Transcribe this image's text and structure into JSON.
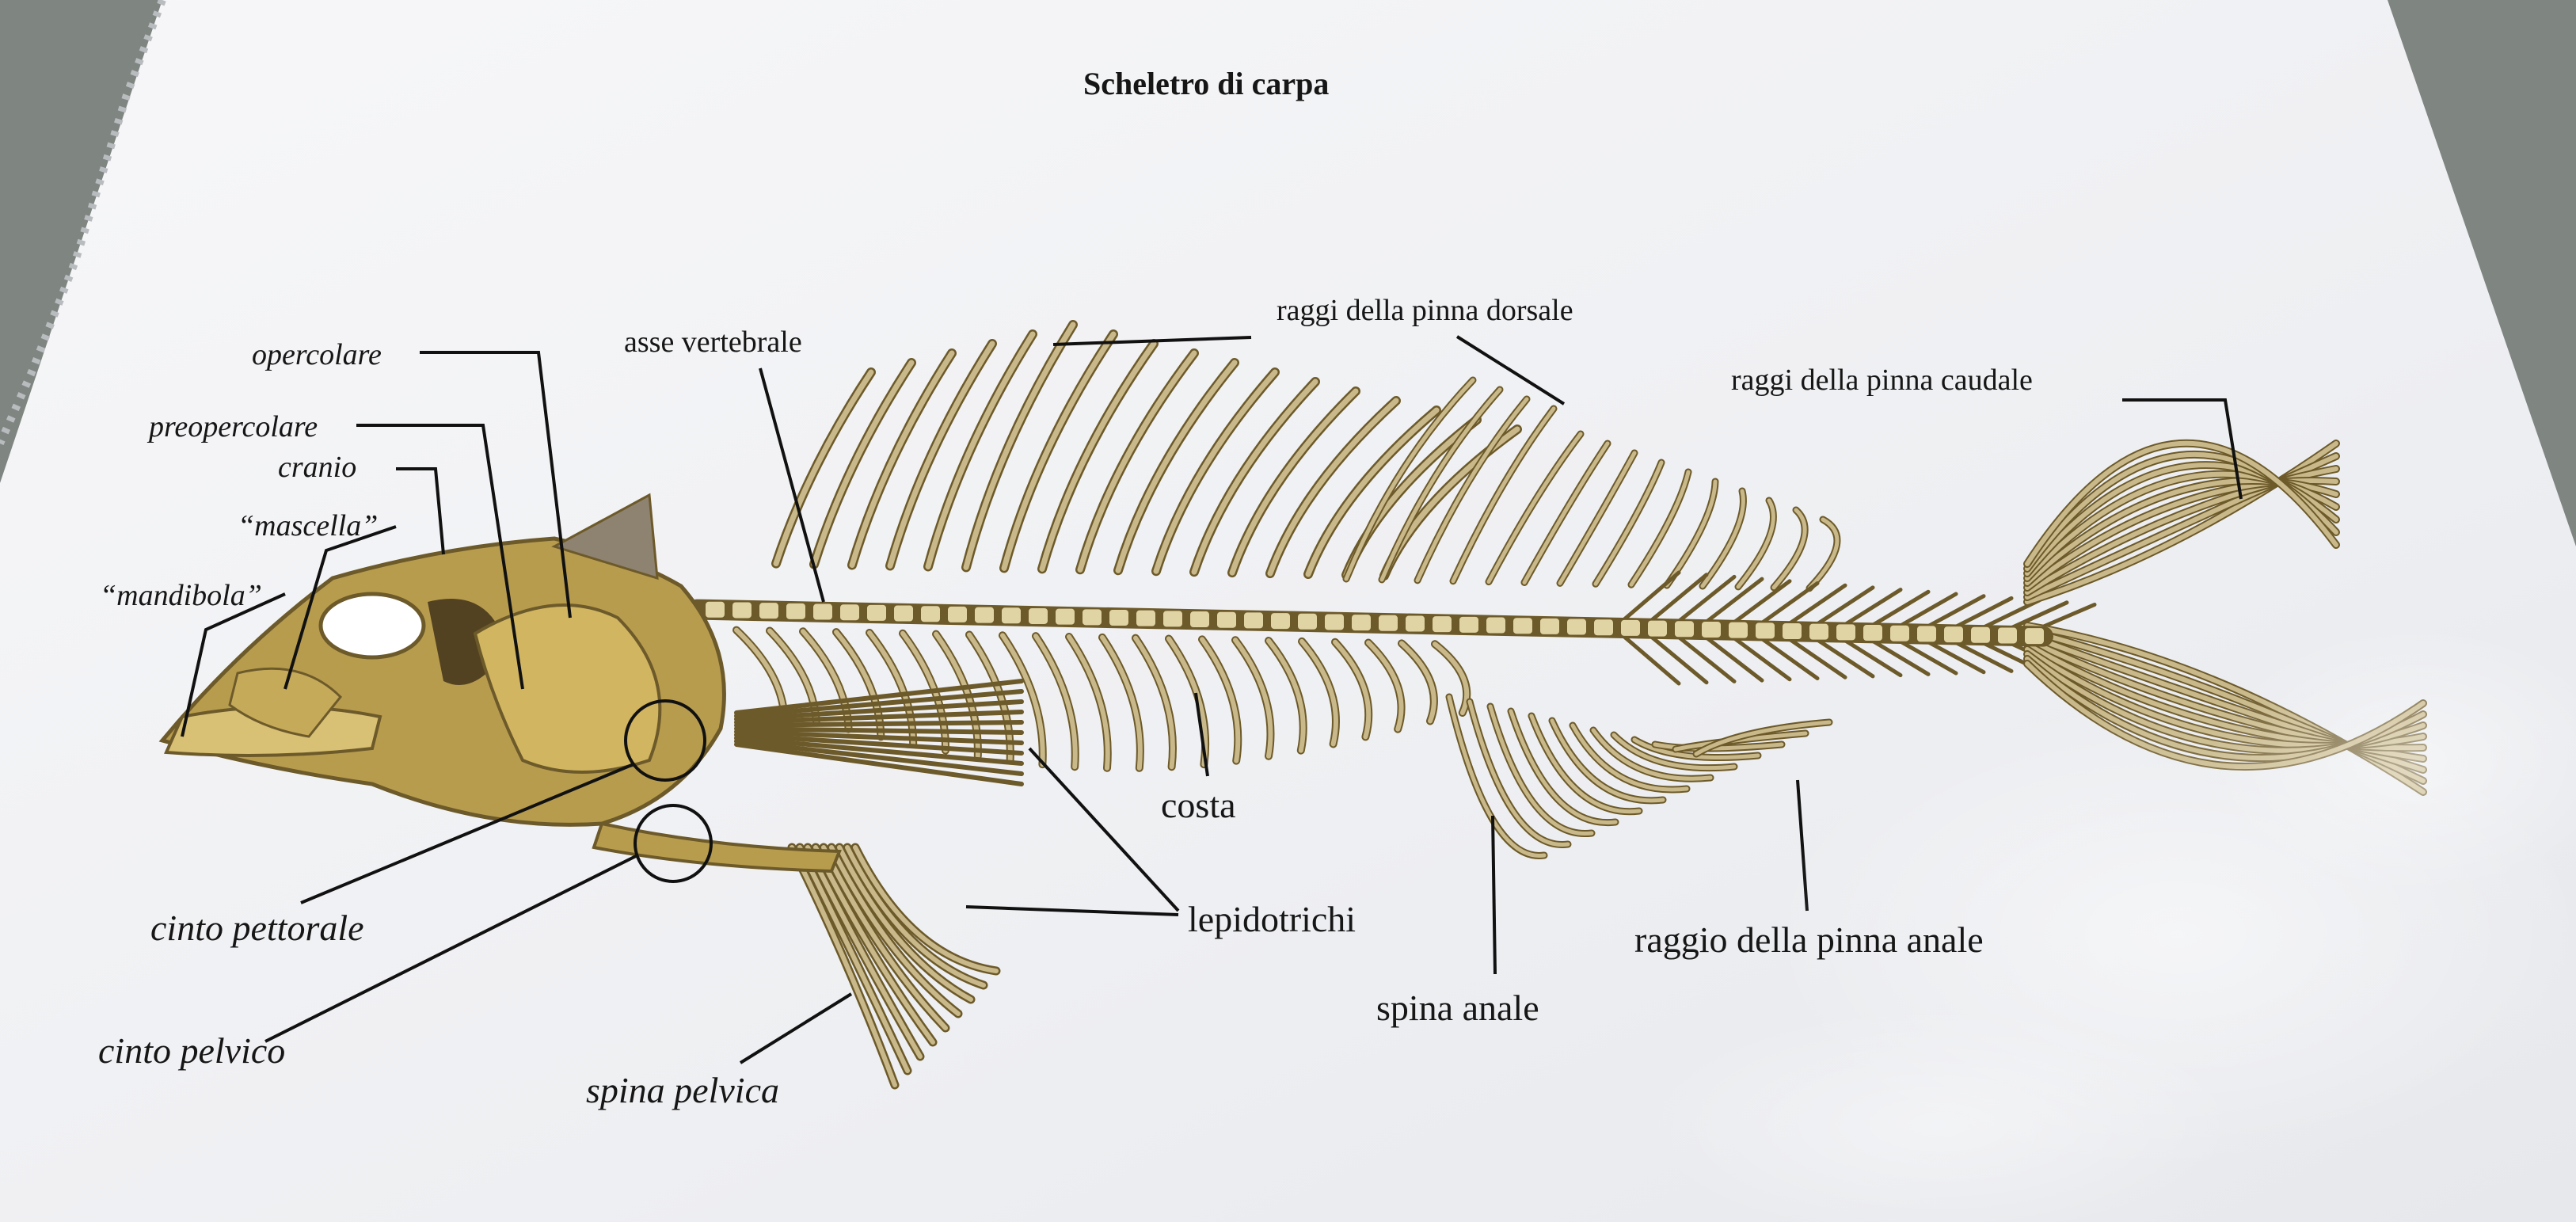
{
  "title": "Scheletro di carpa",
  "labels": {
    "opercolare": "opercolare",
    "preopercolare": "preopercolare",
    "cranio": "cranio",
    "mascella": "“mascella”",
    "mandibola": "“mandibola”",
    "asse_vertebrale": "asse vertebrale",
    "raggi_dorsale": "raggi della pinna dorsale",
    "raggi_caudale": "raggi della pinna caudale",
    "costa": "costa",
    "lepidotrichi": "lepidotrichi",
    "cinto_pettorale": "cinto pettorale",
    "cinto_pelvico": "cinto pelvico",
    "spina_pelvica": "spina pelvica",
    "spina_anale": "spina anale",
    "raggio_anale": "raggio della pinna anale"
  },
  "colors": {
    "bone": "#c9b98a",
    "bone_dark": "#6d5a2a",
    "skull": "#b89c4e",
    "paper": "#f4f4f6",
    "background": "#7f8580"
  }
}
